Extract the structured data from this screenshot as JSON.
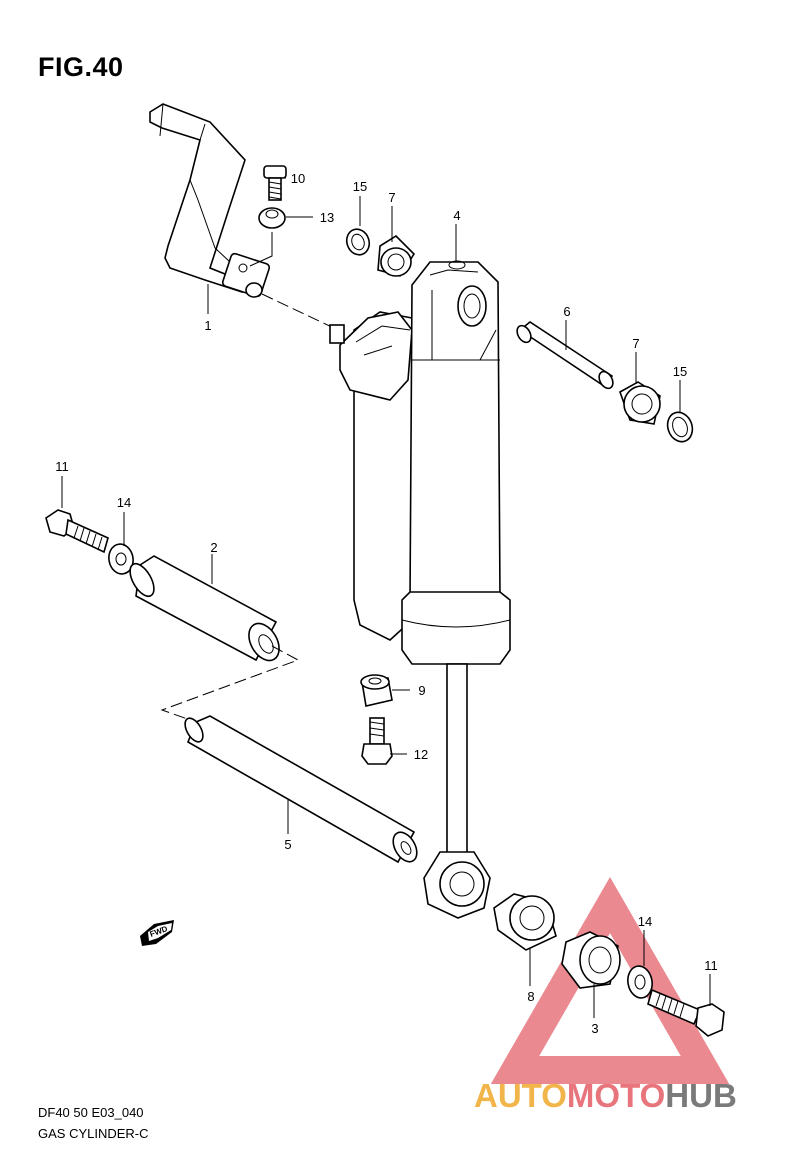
{
  "figure": {
    "title": "FIG.40",
    "code": "DF40 50 E03_040",
    "name": "GAS CYLINDER-C"
  },
  "callouts": [
    {
      "id": "c1",
      "label": "1"
    },
    {
      "id": "c2",
      "label": "2"
    },
    {
      "id": "c3",
      "label": "3"
    },
    {
      "id": "c4",
      "label": "4"
    },
    {
      "id": "c5",
      "label": "5"
    },
    {
      "id": "c6",
      "label": "6"
    },
    {
      "id": "c7a",
      "label": "7"
    },
    {
      "id": "c7b",
      "label": "7"
    },
    {
      "id": "c8",
      "label": "8"
    },
    {
      "id": "c9",
      "label": "9"
    },
    {
      "id": "c10",
      "label": "10"
    },
    {
      "id": "c11a",
      "label": "11"
    },
    {
      "id": "c11b",
      "label": "11"
    },
    {
      "id": "c12",
      "label": "12"
    },
    {
      "id": "c13",
      "label": "13"
    },
    {
      "id": "c14a",
      "label": "14"
    },
    {
      "id": "c14b",
      "label": "14"
    },
    {
      "id": "c15a",
      "label": "15"
    },
    {
      "id": "c15b",
      "label": "15"
    }
  ],
  "fwd_label": "FWD",
  "watermark": {
    "part1": "AUTO",
    "part2": "MOTO",
    "part3": "HUB",
    "colors": {
      "auto": "#f2b54a",
      "moto": "#e8747c",
      "hub": "#7a7a7a",
      "triangle": "#e8747c"
    }
  }
}
